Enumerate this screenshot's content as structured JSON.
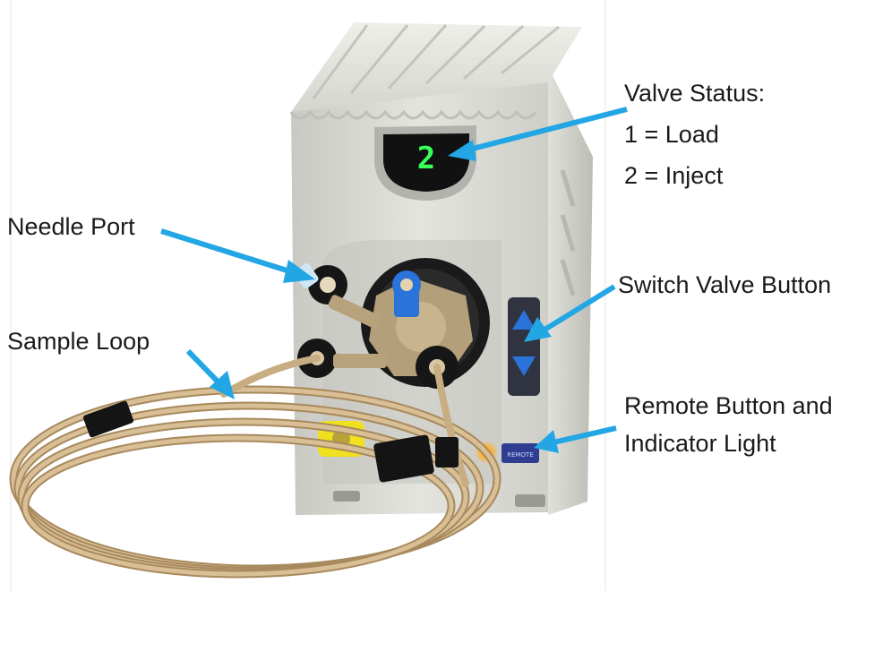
{
  "display": {
    "digit": "2"
  },
  "labels": {
    "valve_status": {
      "title": "Valve Status:",
      "line1": "1 = Load",
      "line2": "2 = Inject"
    },
    "needle_port": "Needle Port",
    "switch_valve_button": "Switch Valve Button",
    "sample_loop": "Sample Loop",
    "remote": {
      "line1": "Remote Button and",
      "line2": "Indicator Light"
    }
  },
  "remote_button_text": "REMOTE",
  "colors": {
    "arrow": "#22a6e4",
    "housing": "#dcdcd6",
    "tubing": "#d2b48c",
    "display_digit": "#39ff5a",
    "indicator_light": "#ffb020",
    "fitting_blue": "#2a73d9",
    "fitting_yellow": "#f0e020"
  }
}
